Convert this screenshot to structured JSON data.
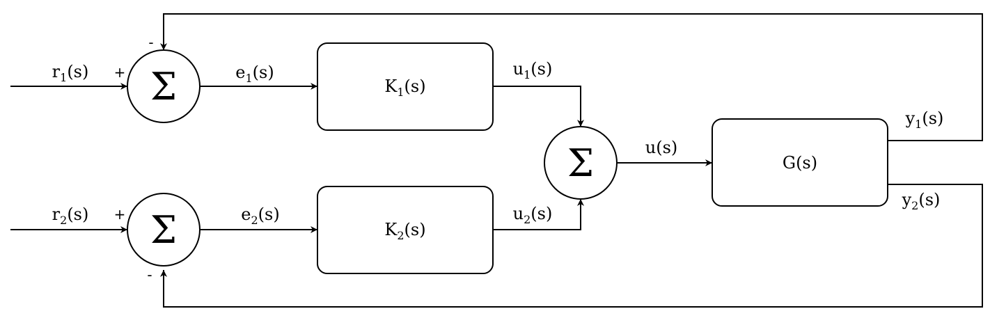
{
  "diagram": {
    "sum_symbol": "Σ",
    "plus_sign": "+",
    "minus_sign": "-",
    "blocks": {
      "k1": {
        "main": "K",
        "sub": "1",
        "tail": "(s)"
      },
      "k2": {
        "main": "K",
        "sub": "2",
        "tail": "(s)"
      },
      "g": {
        "main": "G(s)",
        "sub": "",
        "tail": ""
      }
    },
    "signals": {
      "r1": {
        "main": "r",
        "sub": "1",
        "tail": "(s)"
      },
      "r2": {
        "main": "r",
        "sub": "2",
        "tail": "(s)"
      },
      "e1": {
        "main": "e",
        "sub": "1",
        "tail": "(s)"
      },
      "e2": {
        "main": "e",
        "sub": "2",
        "tail": "(s)"
      },
      "u1": {
        "main": "u",
        "sub": "1",
        "tail": "(s)"
      },
      "u2": {
        "main": "u",
        "sub": "2",
        "tail": "(s)"
      },
      "u": {
        "main": "u(s)",
        "sub": "",
        "tail": ""
      },
      "y1": {
        "main": "y",
        "sub": "1",
        "tail": "(s)"
      },
      "y2": {
        "main": "y",
        "sub": "2",
        "tail": "(s)"
      }
    }
  }
}
